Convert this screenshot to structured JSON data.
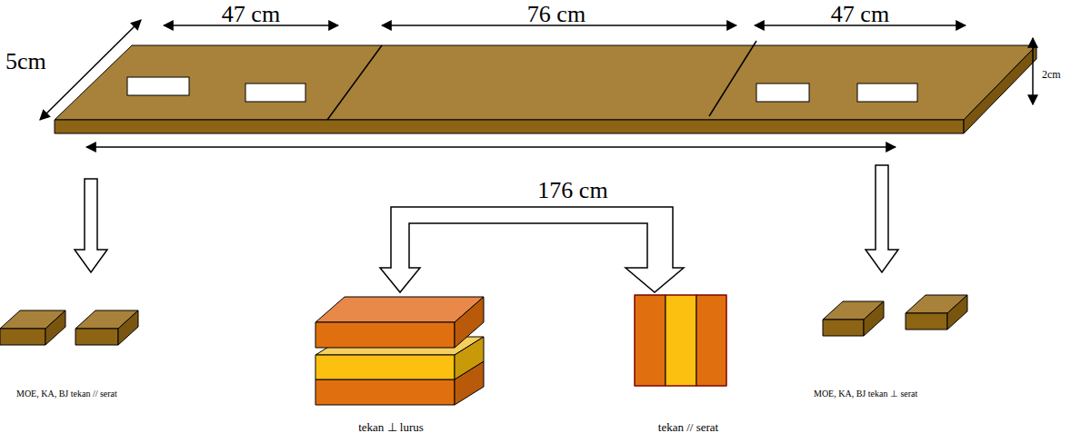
{
  "diagram": {
    "labels": [
      "47 cm",
      "76 cm",
      "47 cm",
      "5cm",
      "2cm",
      "176 cm",
      "MOE, KA, BJ tekan // serat",
      "tekan ⊥ lurus",
      "tekan // serat",
      "MOE, KA, BJ tekan ⊥ serat"
    ]
  }
}
